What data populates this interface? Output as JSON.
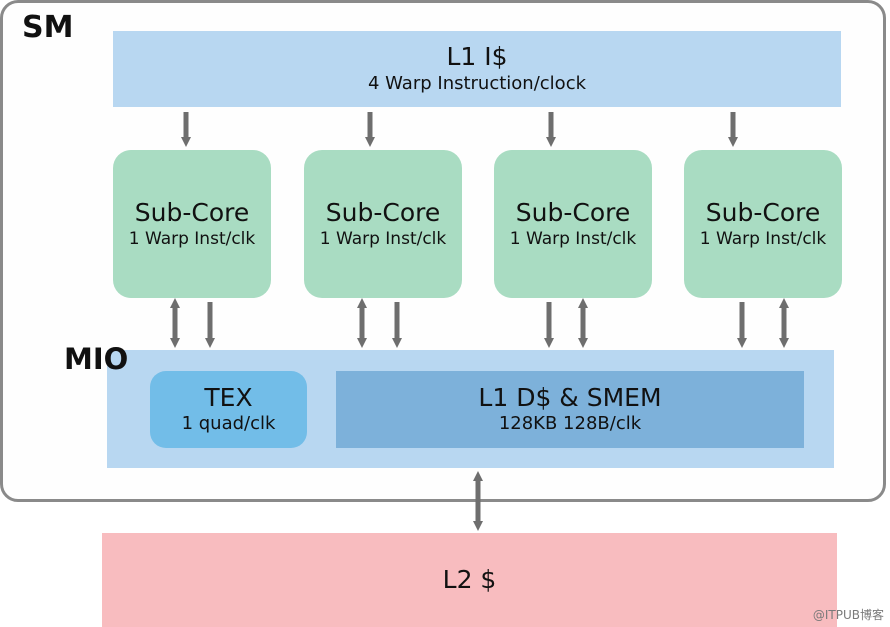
{
  "sm_label": "SM",
  "mio_label": "MIO",
  "l1_icache": {
    "title": "L1 I$",
    "subtitle": "4 Warp Instruction/clock"
  },
  "sub_cores": [
    {
      "title": "Sub-Core",
      "subtitle": "1 Warp Inst/clk"
    },
    {
      "title": "Sub-Core",
      "subtitle": "1 Warp Inst/clk"
    },
    {
      "title": "Sub-Core",
      "subtitle": "1 Warp Inst/clk"
    },
    {
      "title": "Sub-Core",
      "subtitle": "1 Warp Inst/clk"
    }
  ],
  "tex": {
    "title": "TEX",
    "subtitle": "1 quad/clk"
  },
  "l1_dcache": {
    "title": "L1 D$ & SMEM",
    "subtitle": "128KB 128B/clk"
  },
  "l2_cache": {
    "title": "L2 $"
  },
  "watermark": "@ITPUB博客",
  "colors": {
    "frame_border": "#8a8a8a",
    "l1i_bg": "#b8d7f1",
    "subcore_bg": "#a9dcc2",
    "mio_bg": "#b8d7f1",
    "tex_bg": "#72bde8",
    "l1d_bg": "#7db1da",
    "l2_bg": "#f8bcbf",
    "arrow": "#6e6e6e"
  }
}
